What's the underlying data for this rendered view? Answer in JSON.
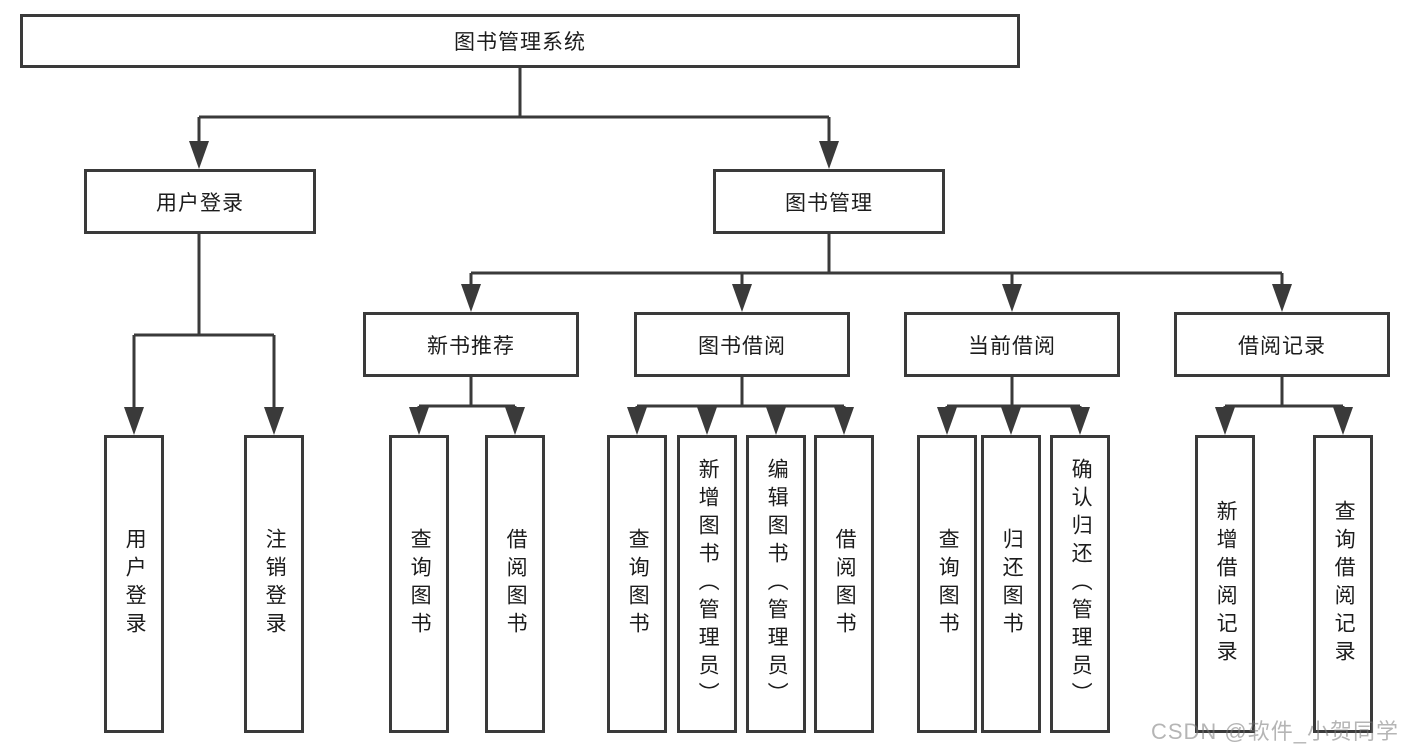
{
  "styles": {
    "box_border_color": "#3a3a3a",
    "line_color": "#3a3a3a",
    "box_fill": "#ffffff",
    "text_color": "#1c1c1c",
    "watermark_color": "#b9b9b9"
  },
  "tree": {
    "root": {
      "label": "图书管理系统"
    },
    "level2": [
      {
        "label": "用户登录"
      },
      {
        "label": "图书管理"
      }
    ],
    "level3": [
      {
        "parent": "图书管理",
        "label": "新书推荐"
      },
      {
        "parent": "图书管理",
        "label": "图书借阅"
      },
      {
        "parent": "图书管理",
        "label": "当前借阅"
      },
      {
        "parent": "图书管理",
        "label": "借阅记录"
      }
    ],
    "leaves": [
      {
        "parent": "用户登录",
        "label": "用户登录"
      },
      {
        "parent": "用户登录",
        "label": "注销登录"
      },
      {
        "parent": "新书推荐",
        "label": "查询图书"
      },
      {
        "parent": "新书推荐",
        "label": "借阅图书"
      },
      {
        "parent": "图书借阅",
        "label": "查询图书"
      },
      {
        "parent": "图书借阅",
        "label": "新增图书（管理员）"
      },
      {
        "parent": "图书借阅",
        "label": "编辑图书（管理员）"
      },
      {
        "parent": "图书借阅",
        "label": "借阅图书"
      },
      {
        "parent": "当前借阅",
        "label": "查询图书"
      },
      {
        "parent": "当前借阅",
        "label": "归还图书"
      },
      {
        "parent": "当前借阅",
        "label": "确认归还（管理员）"
      },
      {
        "parent": "借阅记录",
        "label": "新增借阅记录"
      },
      {
        "parent": "借阅记录",
        "label": "查询借阅记录"
      }
    ]
  },
  "watermark": {
    "text": "CSDN @软件_小贺同学"
  }
}
